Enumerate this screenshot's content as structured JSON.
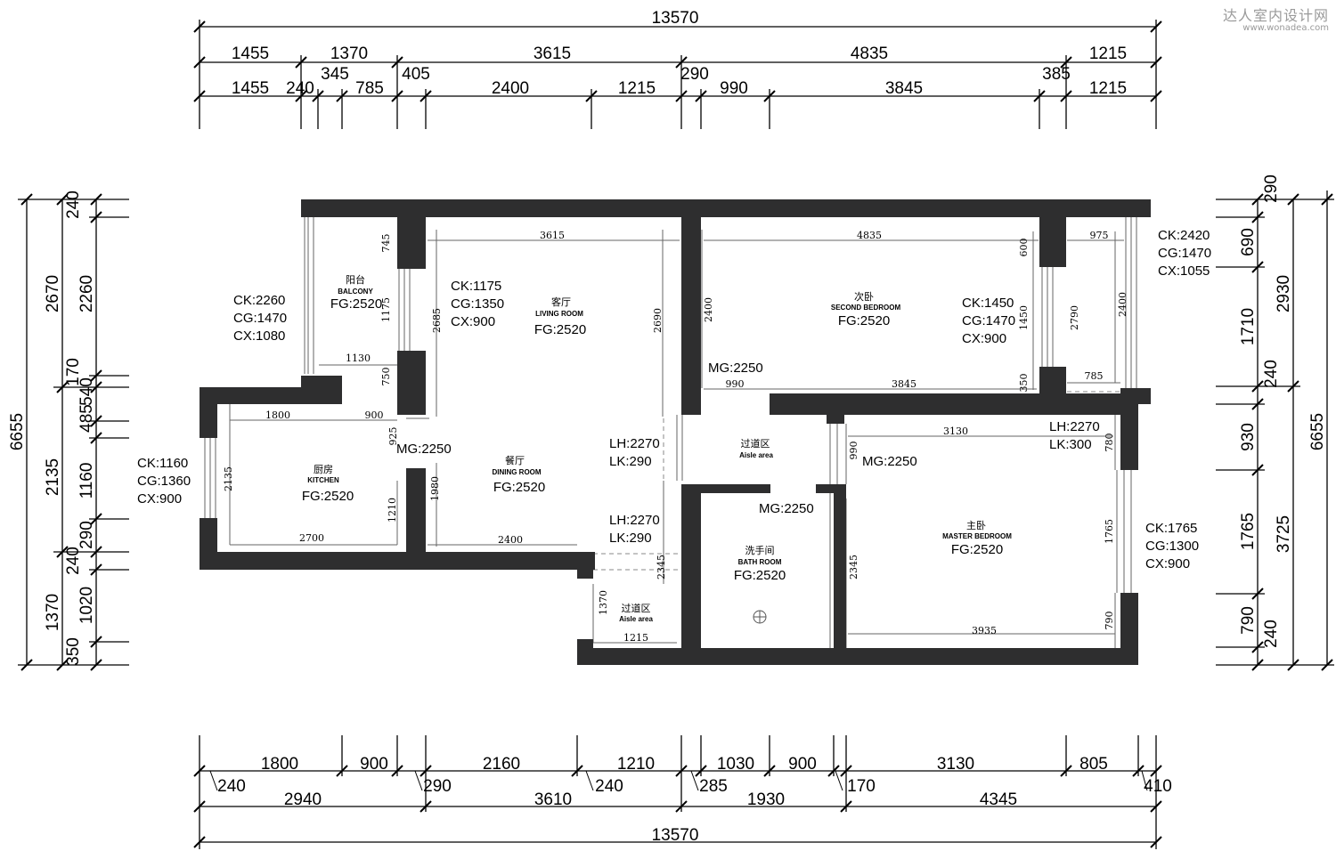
{
  "watermark": {
    "title": "达人室内设计网",
    "url": "www.wonadea.com"
  },
  "colors": {
    "wall": "#2e2e2f",
    "line": "#000000",
    "thin": "#777777"
  },
  "dims": {
    "top": [
      "13570",
      "1455",
      "1370",
      "3615",
      "4835",
      "1215",
      "1455",
      "240",
      "345",
      "785",
      "405",
      "2400",
      "1215",
      "290",
      "990",
      "3845",
      "385",
      "1215"
    ],
    "bottom": [
      "1800",
      "900",
      "2160",
      "1210",
      "1030",
      "900",
      "3130",
      "805",
      "240",
      "2940",
      "290",
      "3610",
      "240",
      "285",
      "1930",
      "170",
      "4345",
      "410",
      "13570"
    ],
    "left": [
      "6655",
      "240",
      "2670",
      "2260",
      "170",
      "540",
      "485",
      "2135",
      "1160",
      "290",
      "240",
      "1370",
      "1020",
      "350"
    ],
    "right": [
      "290",
      "690",
      "2930",
      "1710",
      "240",
      "930",
      "6655",
      "1765",
      "3725",
      "790",
      "240"
    ],
    "interior": [
      "3615",
      "4835",
      "975",
      "745",
      "1175",
      "2685",
      "2690",
      "2400",
      "600",
      "1450",
      "2790",
      "2400",
      "1130",
      "750",
      "990",
      "3845",
      "785",
      "350",
      "1800",
      "900",
      "925",
      "1980",
      "3130",
      "990",
      "780",
      "2135",
      "1210",
      "2700",
      "2400",
      "2345",
      "1370",
      "1215",
      "2345",
      "1765",
      "790",
      "3935"
    ]
  },
  "rooms": {
    "balcony": {
      "cn": "阳台",
      "en": "BALCONY",
      "fg": "FG:2520"
    },
    "living": {
      "cn": "客厅",
      "en": "LIVING ROOM",
      "fg": "FG:2520"
    },
    "second": {
      "cn": "次卧",
      "en": "SECOND BEDROOM",
      "fg": "FG:2520"
    },
    "aisle1": {
      "cn": "过道区",
      "en": "Aisle area"
    },
    "kitchen": {
      "cn": "厨房",
      "en": "KITCHEN",
      "fg": "FG:2520"
    },
    "dining": {
      "cn": "餐厅",
      "en": "DINING ROOM",
      "fg": "FG:2520"
    },
    "master": {
      "cn": "主卧",
      "en": "MASTER BEDROOM",
      "fg": "FG:2520"
    },
    "bath": {
      "cn": "洗手间",
      "en": "BATH ROOM",
      "fg": "FG:2520"
    },
    "aisle2": {
      "cn": "过道区",
      "en": "Aisle area"
    }
  },
  "notes": {
    "balcony_win": [
      "CK:2260",
      "CG:1470",
      "CX:1080"
    ],
    "living_win": [
      "CK:1175",
      "CG:1350",
      "CX:900"
    ],
    "second_win": [
      "CK:1450",
      "CG:1470",
      "CX:900"
    ],
    "east_win": [
      "CK:2420",
      "CG:1470",
      "CX:1055"
    ],
    "kitchen_win": [
      "CK:1160",
      "CG:1360",
      "CX:900"
    ],
    "master_win": [
      "CK:1765",
      "CG:1300",
      "CX:900"
    ],
    "mg_second": "MG:2250",
    "mg_kitchen": "MG:2250",
    "mg_bath": "MG:2250",
    "mg_master": "MG:2250",
    "lh1": [
      "LH:2270",
      "LK:290"
    ],
    "lh2": [
      "LH:2270",
      "LK:290"
    ],
    "lh3": [
      "LH:2270",
      "LK:300"
    ]
  }
}
